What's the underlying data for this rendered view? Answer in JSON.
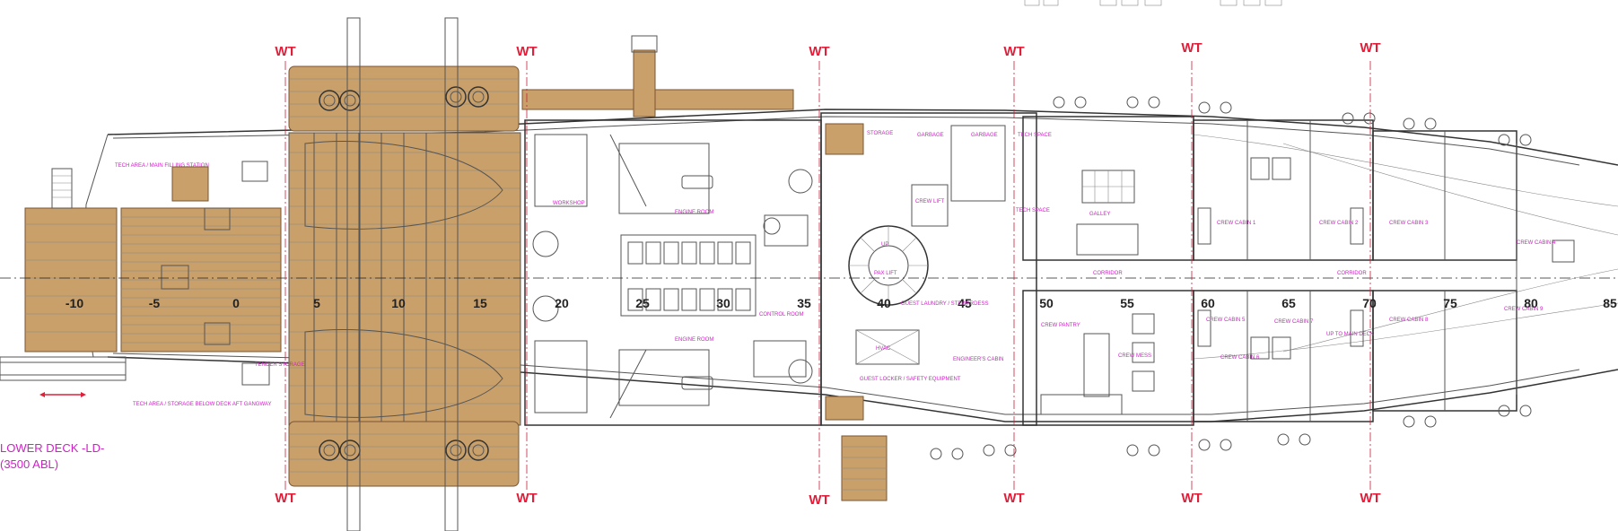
{
  "deck": {
    "title": "LOWER DECK -LD-",
    "elevation": "(3500 ABL)"
  },
  "wt_label": "WT",
  "frames": [
    "-10",
    "-5",
    "0",
    "5",
    "10",
    "15",
    "20",
    "25",
    "30",
    "35",
    "40",
    "45",
    "50",
    "55",
    "60",
    "65",
    "70",
    "75",
    "80",
    "85"
  ],
  "rooms": {
    "tech_area_filling": "TECH AREA / MAIN FILLING STATION",
    "tech_area_storage": "TECH AREA / STORAGE BELOW DECK AFT GANGWAY",
    "tender_storage": "TENDER STORAGE",
    "workshop": "WORKSHOP",
    "engine_room_stbd": "ENGINE ROOM",
    "engine_room_port": "ENGINE ROOM",
    "control_room": "CONTROL ROOM",
    "storage": "STORAGE",
    "garbage_1": "GARBAGE",
    "garbage_2": "GARBAGE",
    "tech_space_1": "TECH SPACE",
    "tech_space_2": "TECH SPACE",
    "crew_lift": "CREW LIFT",
    "pax_lift": "PAX LIFT",
    "up": "UP",
    "hvac": "HVAC",
    "guest_locker": "GUEST LOCKER / SAFETY EQUIPMENT",
    "guest_laundry": "GUEST LAUNDRY / STEWARDESS",
    "engineer_cabin": "ENGINEER'S CABIN",
    "galley": "GALLEY",
    "corridor_1": "CORRIDOR",
    "corridor_2": "CORRIDOR",
    "crew_pantry": "CREW PANTRY",
    "crew_mess": "CREW MESS",
    "crew_cabin_1": "CREW CABIN 1",
    "crew_cabin_2": "CREW CABIN 2",
    "crew_cabin_3": "CREW CABIN 3",
    "crew_cabin_4": "CREW CABIN 4",
    "crew_cabin_5": "CREW CABIN 5",
    "crew_cabin_6": "CREW CABIN 6",
    "crew_cabin_7": "CREW CABIN 7",
    "crew_cabin_8": "CREW CABIN 8",
    "crew_cabin_9": "CREW CABIN 9",
    "up_to_main_deck": "UP TO MAIN DECK"
  },
  "colors": {
    "wt": "#e0203a",
    "label": "#d020c8",
    "teak": "#c9a06a",
    "line": "#555555"
  }
}
